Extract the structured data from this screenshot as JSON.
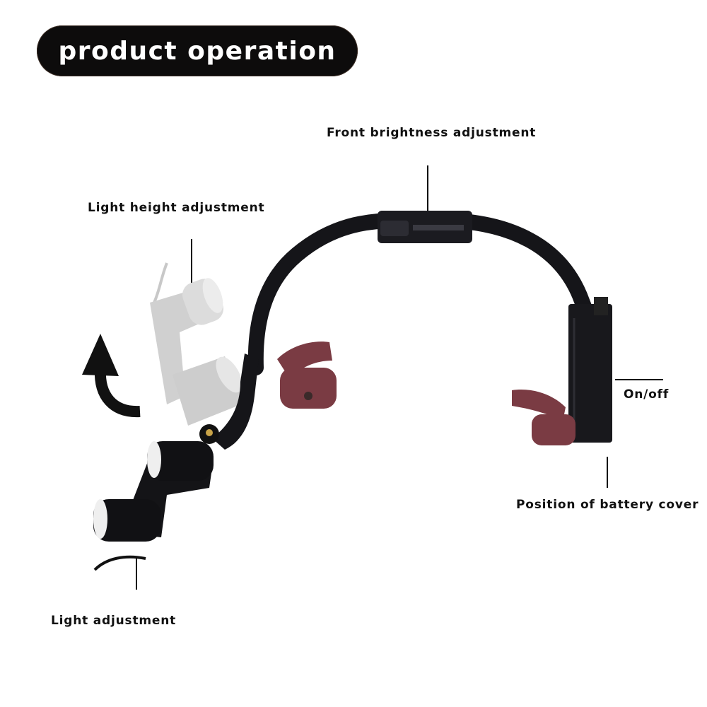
{
  "title": "product operation",
  "labels": {
    "front_brightness": "Front brightness adjustment",
    "light_height": "Light height adjustment",
    "on_off": "On/off",
    "battery_cover": "Position of battery cover",
    "light_adjustment": "Light adjustment"
  },
  "colors": {
    "frame": "#151519",
    "pad": "#7a3b43",
    "ghost": "#cfcfcf",
    "title_bg": "#0d0c0c"
  }
}
